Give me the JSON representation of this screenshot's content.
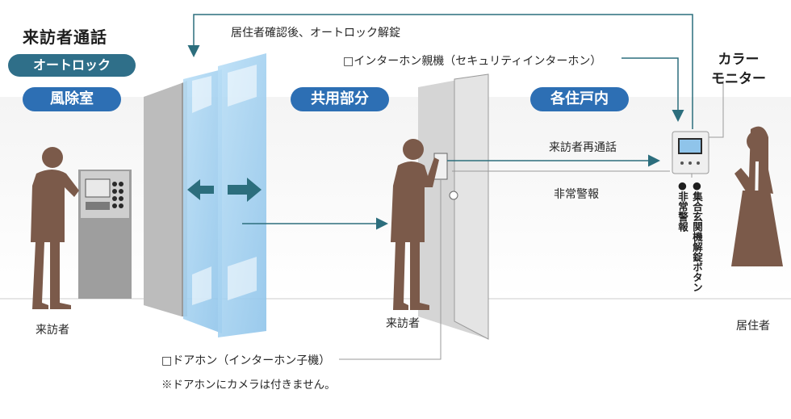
{
  "title": "来訪者通話",
  "badges": {
    "autolock": "オートロック",
    "windbreak_room": "風除室",
    "common_area": "共用部分",
    "each_unit": "各住戸内"
  },
  "labels": {
    "unlock_after_confirm": "居住者確認後、オートロック解錠",
    "master_intercom": "□インターホン親機（セキュリティインターホン）",
    "color_monitor_line1": "カラー",
    "color_monitor_line2": "モニター",
    "visitor_recall": "来訪者再通話",
    "emergency_alarm": "非常警報",
    "door_phone": "□ドアホン（インターホン子機）",
    "door_phone_note": "※ドアホンにカメラは付きません。",
    "btn_entrance_unlock": "●集合玄関機解錠ボタン",
    "btn_emergency": "●非常警報",
    "visitor_left": "来訪者",
    "visitor_center": "来訪者",
    "resident": "居住者"
  },
  "colors": {
    "teal_badge": "#2f6f89",
    "blue_badge": "#2d6fb4",
    "arrow": "#2c6e7d",
    "glass": "#a9d3f0",
    "figure": "#7b5a4a",
    "wall": "#d7d7d7"
  },
  "icons": {
    "left_right_arrows": "double-arrow-icon",
    "panel_keypad": "keypad-icon"
  }
}
